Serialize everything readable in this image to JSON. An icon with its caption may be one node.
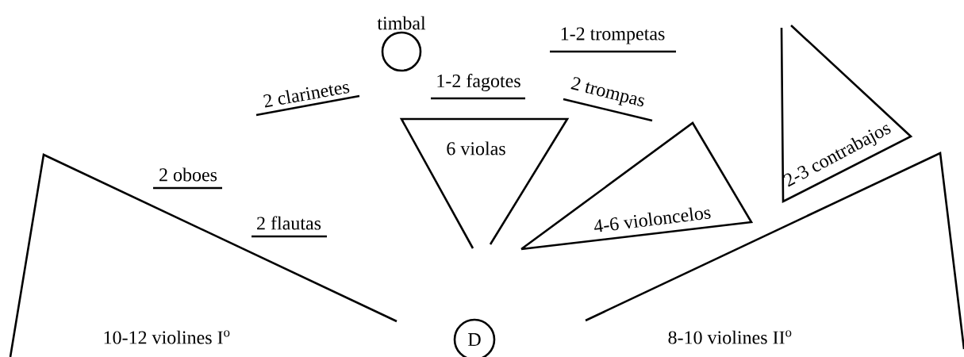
{
  "diagram": {
    "nodes": [
      {
        "text": [
          "timbal"
        ]
      },
      {
        "text": [
          "6 violas"
        ]
      },
      {
        "text": [
          "4-6 violoncelos"
        ]
      },
      {
        "text": [
          "2-3 contrabajos"
        ]
      },
      {
        "text": [
          "10-12 violines I$^{o}$"
        ]
      },
      {
        "text": [
          "D"
        ]
      },
      {
        "text": [
          "8-10 violines II$^{o}$"
        ]
      }
    ],
    "labels": [
      "1-2 trompetas",
      "2 clarinetes",
      "1-2 fagotes",
      "2 trompas",
      "2 oboes",
      "2 flautas"
    ]
  }
}
